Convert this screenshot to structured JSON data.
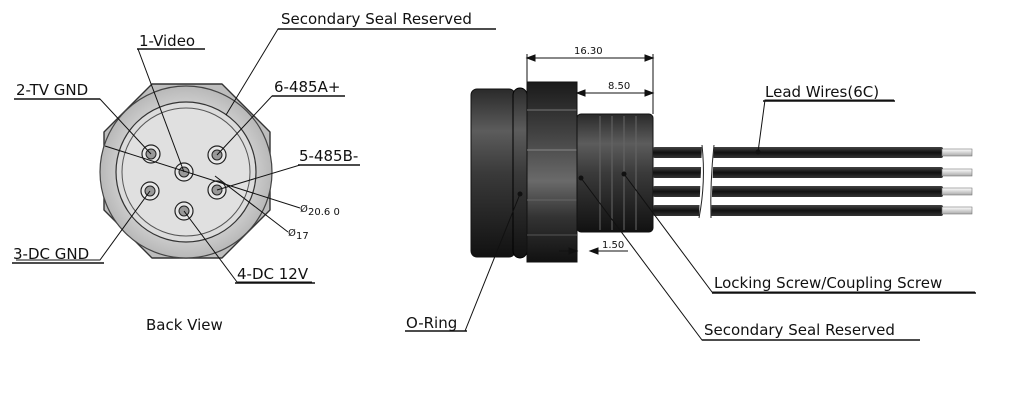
{
  "back_view": {
    "title": "Back View",
    "pins": {
      "p1": "1-Video",
      "p2": "2-TV GND",
      "p3": "3-DC GND",
      "p4": "4-DC 12V",
      "p5": "5-485B-",
      "p6": "6-485A+"
    },
    "secondary_seal": "Secondary Seal Reserved",
    "diameter_outer_symbol": "Ø",
    "diameter_outer": "20.6 0",
    "diameter_inner_symbol": "Ø",
    "diameter_inner": "17"
  },
  "side_view": {
    "dim_length": "16.30",
    "dim_thread": "8.50",
    "dim_gap": "1.50",
    "lead_wires": "Lead Wires(6C)",
    "locking_screw": "Locking Screw/Coupling Screw",
    "secondary_seal": "Secondary Seal Reserved",
    "o_ring": "O-Ring"
  }
}
